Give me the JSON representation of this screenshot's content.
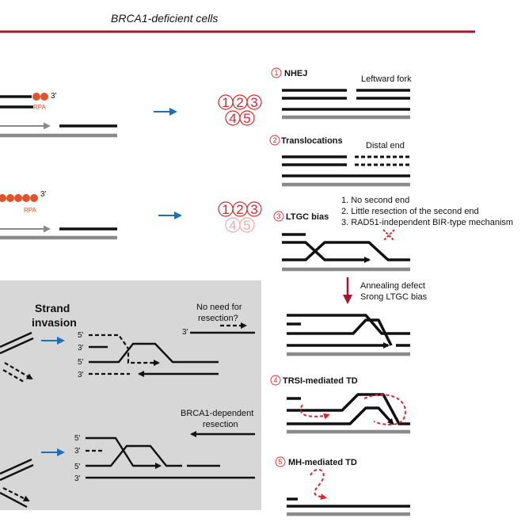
{
  "title": "BRCA1-deficient cells",
  "rpa_label": "RPA",
  "three_prime": "3'",
  "five_prime": "5'",
  "colors": {
    "accent_red": "#d9262b",
    "arrow_blue": "#1f6fb5",
    "rpa_orange": "#e0522a",
    "gray_strand": "#8a8a8a",
    "panel_gray": "#d7d7d7",
    "faint_red": "#f0a8aa"
  },
  "pathway_numbers_top": [
    "1",
    "2",
    "3",
    "4",
    "5"
  ],
  "pathway_numbers_bottom": [
    "1",
    "2",
    "3",
    "4",
    "5"
  ],
  "outcomes": {
    "nhej": {
      "num": "1",
      "label": "NHEJ",
      "note": "Leftward fork"
    },
    "translocations": {
      "num": "2",
      "label": "Translocations",
      "note": "Distal end"
    },
    "ltgc": {
      "num": "3",
      "label": "LTGC bias",
      "reasons": [
        "1. No second end",
        "2. Little resection of the second end",
        "3. RAD51-independent BIR-type mechanism"
      ]
    },
    "annealing": {
      "line1": "Annealing defect",
      "line2": "Srong LTGC bias"
    },
    "trsi": {
      "num": "4",
      "label": "TRSI-mediated TD"
    },
    "mh": {
      "num": "5",
      "label": "MH-mediated TD"
    }
  },
  "panel": {
    "strand_invasion": [
      "Strand",
      "invasion"
    ],
    "no_need": [
      "No need for",
      "resection?"
    ],
    "brca1_dep": [
      "BRCA1-dependent",
      "resection"
    ]
  }
}
